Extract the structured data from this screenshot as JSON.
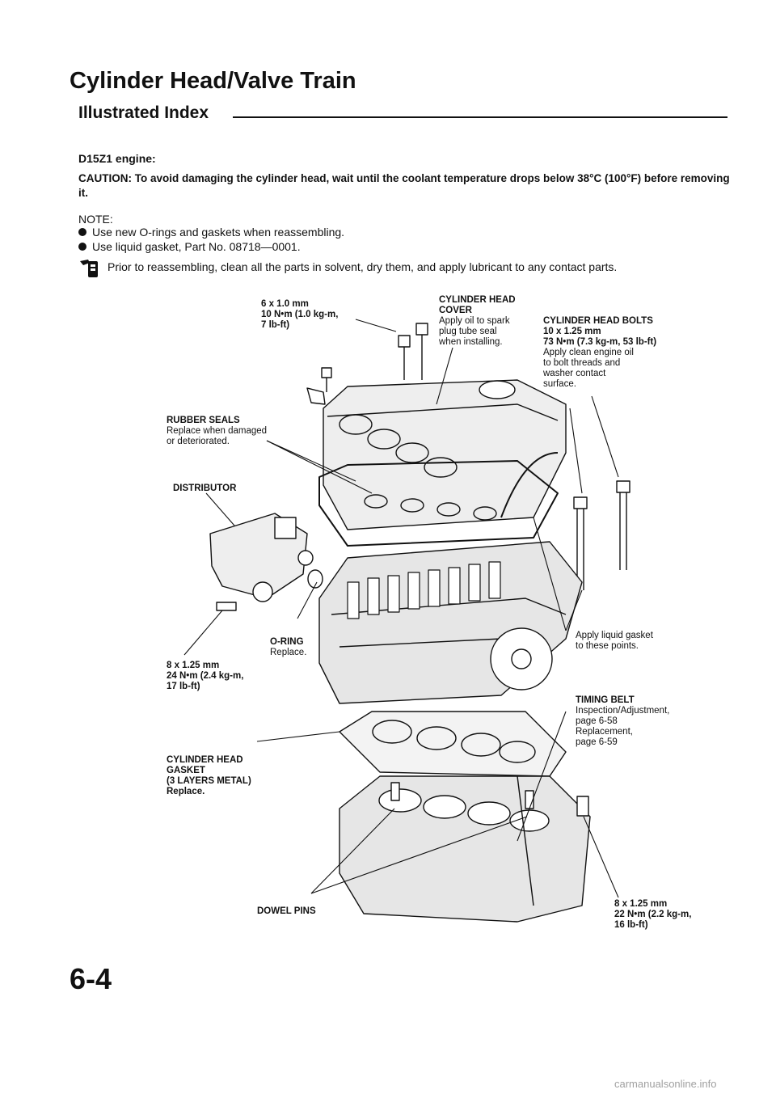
{
  "header": {
    "title": "Cylinder Head/Valve Train",
    "subtitle": "Illustrated Index"
  },
  "engine_label": "D15Z1 engine:",
  "caution": "CAUTION: To avoid damaging the cylinder head, wait until the coolant temperature drops below 38°C (100°F) before removing it.",
  "notes": {
    "heading": "NOTE:",
    "items": [
      "Use new O-rings and gaskets when reassembling.",
      "Use liquid gasket, Part No. 08718—0001."
    ],
    "lube": "Prior to reassembling, clean all the parts in solvent, dry them, and apply lubricant to any contact parts."
  },
  "callouts": {
    "bolt_6x1": {
      "l1": "6 x 1.0 mm",
      "l2": "10 N•m (1.0 kg-m,",
      "l3": "7 lb-ft)"
    },
    "head_cover": {
      "l1": "CYLINDER HEAD",
      "l2": "COVER",
      "l3": "Apply oil to spark",
      "l4": "plug tube seal",
      "l5": "when installing."
    },
    "head_bolts": {
      "l1": "CYLINDER HEAD BOLTS",
      "l2": "10 x 1.25 mm",
      "l3": "73 N•m (7.3 kg-m, 53 lb-ft)",
      "l4": "Apply clean engine oil",
      "l5": "to bolt threads and",
      "l6": "washer contact",
      "l7": "surface."
    },
    "rubber_seals": {
      "l1": "RUBBER SEALS",
      "l2": "Replace when damaged",
      "l3": "or deteriorated."
    },
    "distributor": "DISTRIBUTOR",
    "liquid_gasket": {
      "l1": "Apply liquid gasket",
      "l2": "to these points."
    },
    "o_ring": {
      "l1": "O-RING",
      "l2": "Replace."
    },
    "bolt_8x125_left": {
      "l1": "8 x 1.25 mm",
      "l2": "24 N•m (2.4 kg-m,",
      "l3": "17 lb-ft)"
    },
    "timing_belt": {
      "l1": "TIMING BELT",
      "l2": "Inspection/Adjustment,",
      "l3": "page 6-58",
      "l4": "Replacement,",
      "l5": "page 6-59"
    },
    "head_gasket": {
      "l1": "CYLINDER HEAD",
      "l2": "GASKET",
      "l3": "(3 LAYERS METAL)",
      "l4": "Replace."
    },
    "dowel_pins": "DOWEL PINS",
    "bolt_8x125_right": {
      "l1": "8 x 1.25 mm",
      "l2": "22 N•m (2.2 kg-m,",
      "l3": "16 lb-ft)"
    }
  },
  "page_number": "6-4",
  "watermark": "carmanualsonline.info"
}
